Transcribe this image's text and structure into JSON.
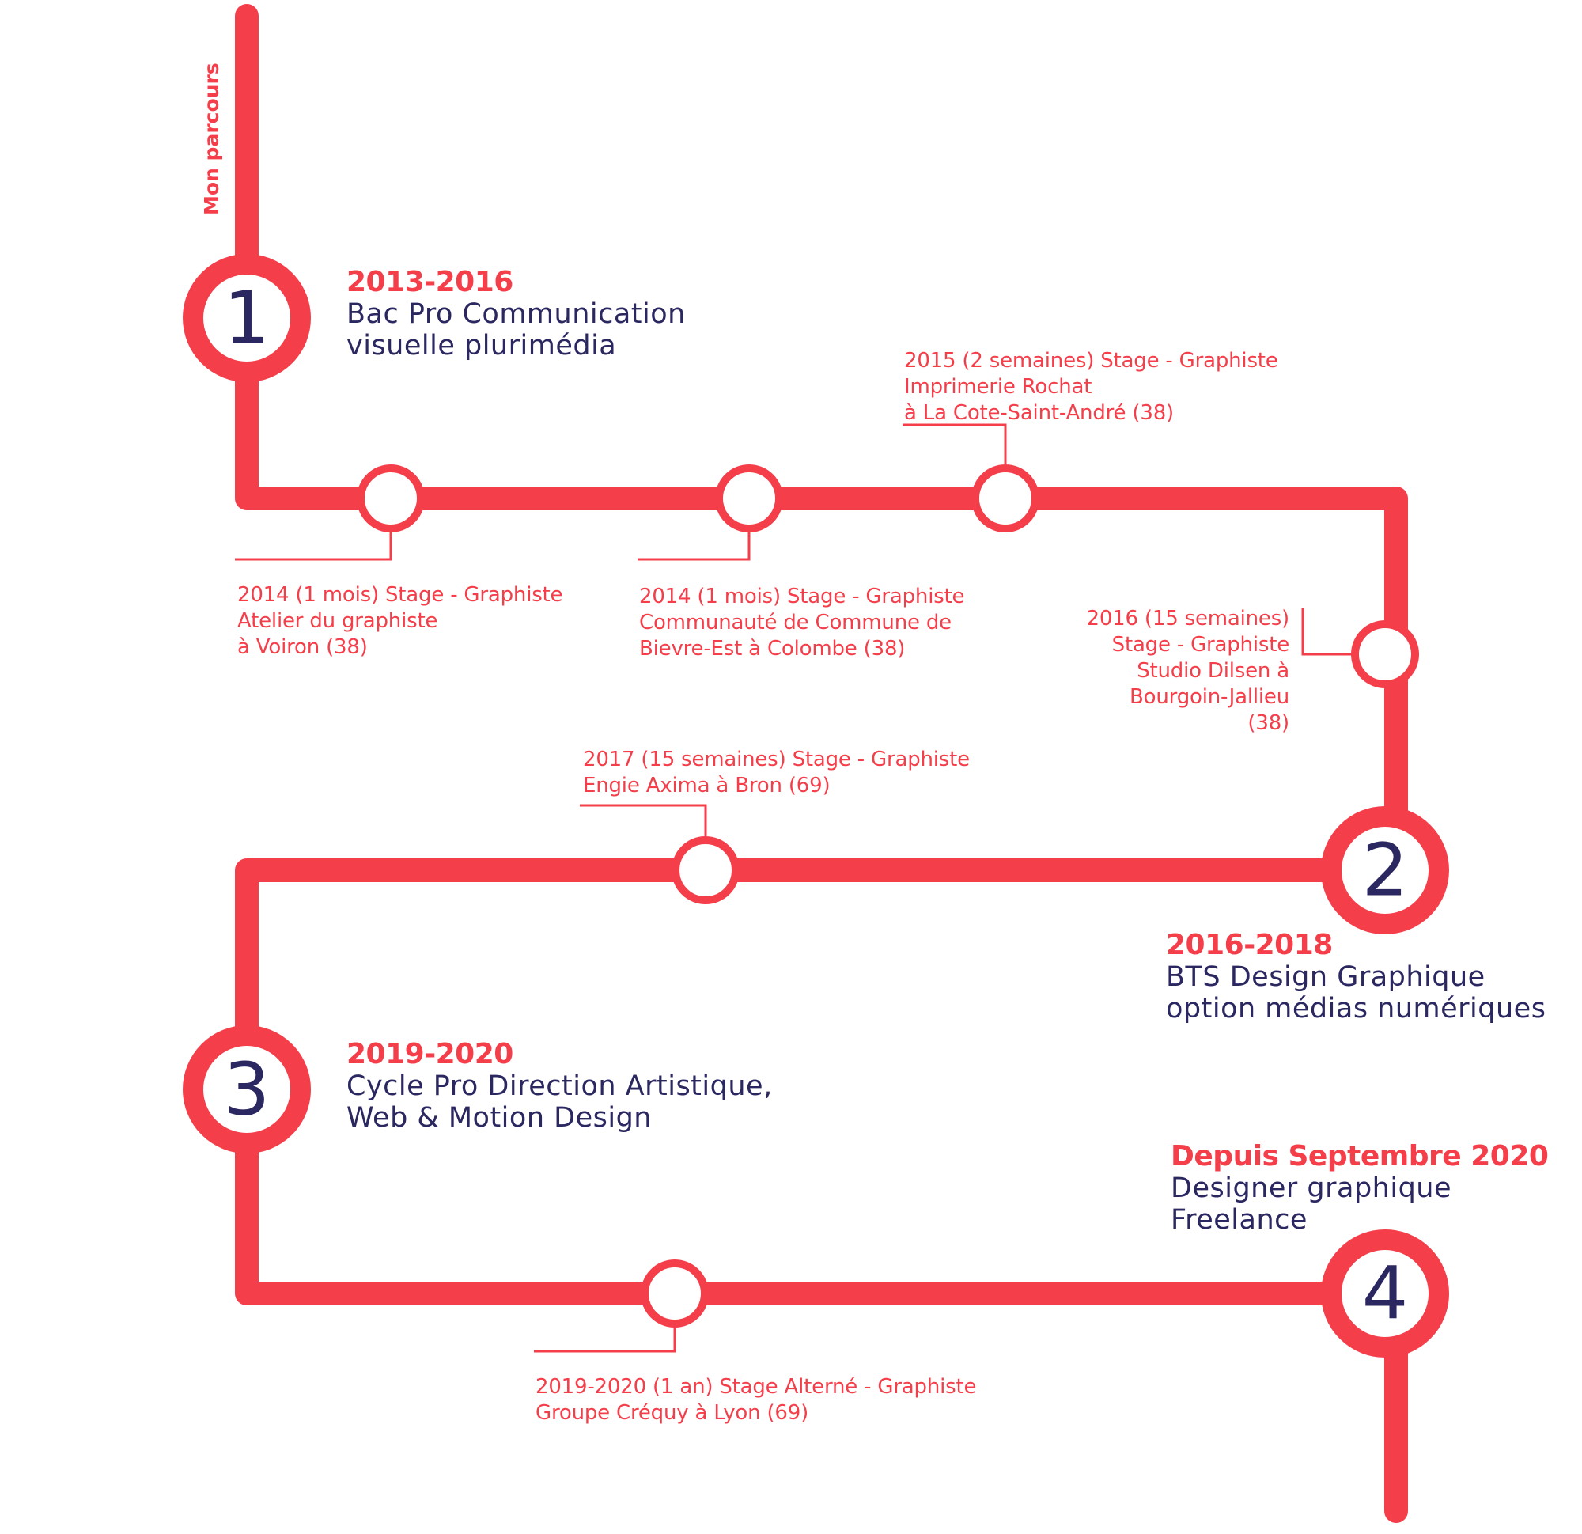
{
  "colors": {
    "line": "#f43f4b",
    "number": "#2b2760",
    "background": "#ffffff"
  },
  "vertical_label": "Mon parcours",
  "milestones": [
    {
      "number": "1",
      "year": "2013-2016",
      "title_lines": [
        "Bac Pro Communication",
        "visuelle plurimédia"
      ]
    },
    {
      "number": "2",
      "year": "2016-2018",
      "title_lines": [
        "BTS Design Graphique",
        "option médias numériques"
      ]
    },
    {
      "number": "3",
      "year": "2019-2020",
      "title_lines": [
        "Cycle Pro Direction Artistique,",
        "Web & Motion Design"
      ]
    },
    {
      "number": "4",
      "year": "Depuis Septembre 2020",
      "title_lines": [
        "Designer graphique",
        "Freelance"
      ]
    }
  ],
  "internships": [
    {
      "lines": [
        "2014 (1 mois) Stage - Graphiste",
        "Atelier du graphiste",
        "à Voiron (38)"
      ]
    },
    {
      "lines": [
        "2014 (1 mois) Stage - Graphiste",
        "Communauté de Commune de",
        "Bievre-Est à Colombe (38)"
      ]
    },
    {
      "lines": [
        "2015 (2 semaines) Stage - Graphiste",
        "Imprimerie Rochat",
        "à La Cote-Saint-André (38)"
      ]
    },
    {
      "lines": [
        "2016 (15 semaines)",
        "Stage - Graphiste",
        "Studio Dilsen à",
        "Bourgoin-Jallieu",
        "(38)"
      ]
    },
    {
      "lines": [
        "2017 (15 semaines) Stage - Graphiste",
        "Engie Axima à Bron (69)"
      ]
    },
    {
      "lines": [
        "2019-2020 (1 an) Stage Alterné - Graphiste",
        "Groupe Créquy à Lyon (69)"
      ]
    }
  ]
}
